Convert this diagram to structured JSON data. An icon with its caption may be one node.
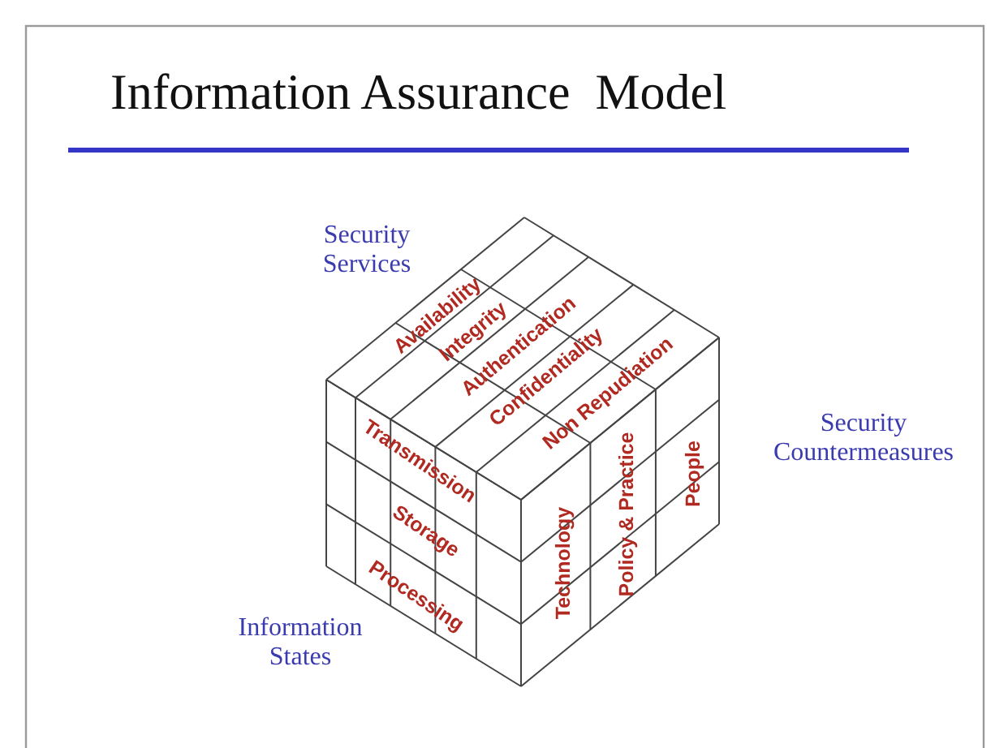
{
  "diagram": {
    "title": "Information Assurance  Model",
    "labels": [
      "Security Services",
      "Availability",
      "Integrity",
      "Authentication",
      "Confidentiality",
      "Non Repudiation",
      "Transmission",
      "Storage",
      "Processing",
      "Technology",
      "Policy & Practice",
      "People",
      "Security Countermeasures",
      "Information States"
    ]
  }
}
